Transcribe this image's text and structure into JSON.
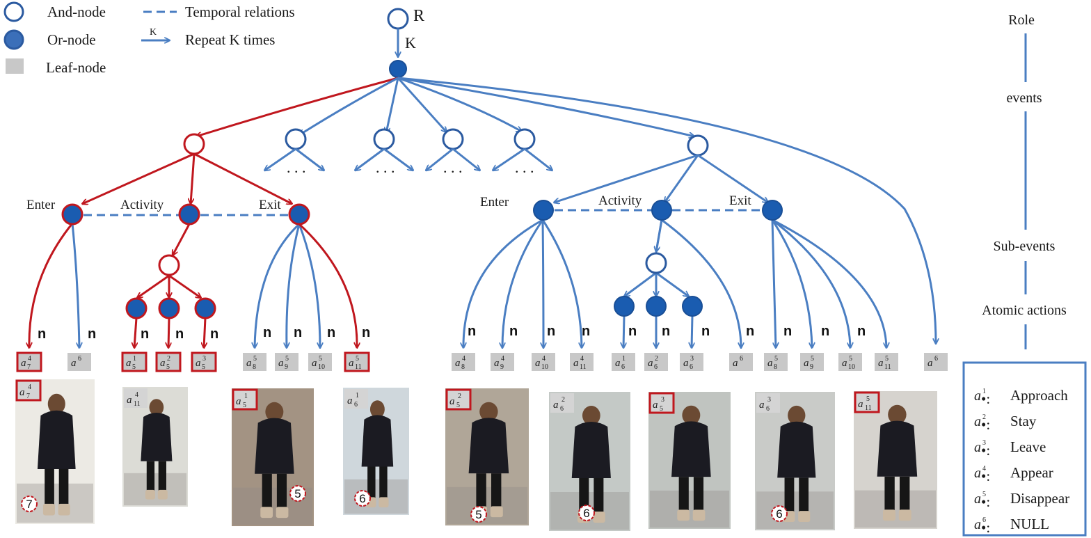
{
  "legend": {
    "and_node": "And-node",
    "or_node": "Or-node",
    "leaf_node": "Leaf-node",
    "temporal": "Temporal relations",
    "repeat": "Repeat K times",
    "k": "K"
  },
  "tree": {
    "root_label": "R",
    "repeat_label": "K",
    "ellipsis": ". . .",
    "sub_events": [
      "Enter",
      "Activity",
      "Exit"
    ],
    "n_label": "n"
  },
  "levels": {
    "role": "Role",
    "events": "events",
    "sub_events": "Sub-events",
    "atomic_actions": "Atomic actions"
  },
  "leaves": [
    {
      "base": "a",
      "sub": "7",
      "sup": "4",
      "highlighted": true
    },
    {
      "base": "a",
      "sub": "",
      "sup": "6",
      "highlighted": false
    },
    {
      "base": "a",
      "sub": "5",
      "sup": "1",
      "highlighted": true
    },
    {
      "base": "a",
      "sub": "5",
      "sup": "2",
      "highlighted": true
    },
    {
      "base": "a",
      "sub": "5",
      "sup": "3",
      "highlighted": true
    },
    {
      "base": "a",
      "sub": "8",
      "sup": "5",
      "highlighted": false
    },
    {
      "base": "a",
      "sub": "9",
      "sup": "5",
      "highlighted": false
    },
    {
      "base": "a",
      "sub": "10",
      "sup": "5",
      "highlighted": false
    },
    {
      "base": "a",
      "sub": "11",
      "sup": "5",
      "highlighted": true
    },
    {
      "base": "a",
      "sub": "8",
      "sup": "4",
      "highlighted": false
    },
    {
      "base": "a",
      "sub": "9",
      "sup": "4",
      "highlighted": false
    },
    {
      "base": "a",
      "sub": "10",
      "sup": "4",
      "highlighted": false
    },
    {
      "base": "a",
      "sub": "11",
      "sup": "4",
      "highlighted": false
    },
    {
      "base": "a",
      "sub": "6",
      "sup": "1",
      "highlighted": false
    },
    {
      "base": "a",
      "sub": "6",
      "sup": "2",
      "highlighted": false
    },
    {
      "base": "a",
      "sub": "6",
      "sup": "3",
      "highlighted": false
    },
    {
      "base": "a",
      "sub": "",
      "sup": "6",
      "highlighted": false
    },
    {
      "base": "a",
      "sub": "8",
      "sup": "5",
      "highlighted": false
    },
    {
      "base": "a",
      "sub": "9",
      "sup": "5",
      "highlighted": false
    },
    {
      "base": "a",
      "sub": "10",
      "sup": "5",
      "highlighted": false
    },
    {
      "base": "a",
      "sub": "11",
      "sup": "5",
      "highlighted": false
    },
    {
      "base": "a",
      "sub": "",
      "sup": "6",
      "highlighted": false
    }
  ],
  "photos": [
    {
      "label_sub": "7",
      "label_sup": "4",
      "highlighted": true,
      "badge": "7"
    },
    {
      "label_sub": "11",
      "label_sup": "4",
      "highlighted": false,
      "badge": ""
    },
    {
      "label_sub": "5",
      "label_sup": "1",
      "highlighted": true,
      "badge": "5"
    },
    {
      "label_sub": "6",
      "label_sup": "1",
      "highlighted": false,
      "badge": "6"
    },
    {
      "label_sub": "5",
      "label_sup": "2",
      "highlighted": true,
      "badge": "5"
    },
    {
      "label_sub": "6",
      "label_sup": "2",
      "highlighted": false,
      "badge": "6"
    },
    {
      "label_sub": "5",
      "label_sup": "3",
      "highlighted": true,
      "badge": ""
    },
    {
      "label_sub": "6",
      "label_sup": "3",
      "highlighted": false,
      "badge": "6"
    },
    {
      "label_sub": "11",
      "label_sup": "5",
      "highlighted": true,
      "badge": ""
    }
  ],
  "action_definitions": [
    {
      "sup": "1",
      "name": "Approach"
    },
    {
      "sup": "2",
      "name": "Stay"
    },
    {
      "sup": "3",
      "name": "Leave"
    },
    {
      "sup": "4",
      "name": "Appear"
    },
    {
      "sup": "5",
      "name": "Disappear"
    },
    {
      "sup": "6",
      "name": "NULL"
    }
  ],
  "colors": {
    "active_path": "#c0171e",
    "edge_blue": "#4a7ec2",
    "or_node_fill": "#1a5cb0",
    "leaf_fill": "#c8c8c8"
  }
}
